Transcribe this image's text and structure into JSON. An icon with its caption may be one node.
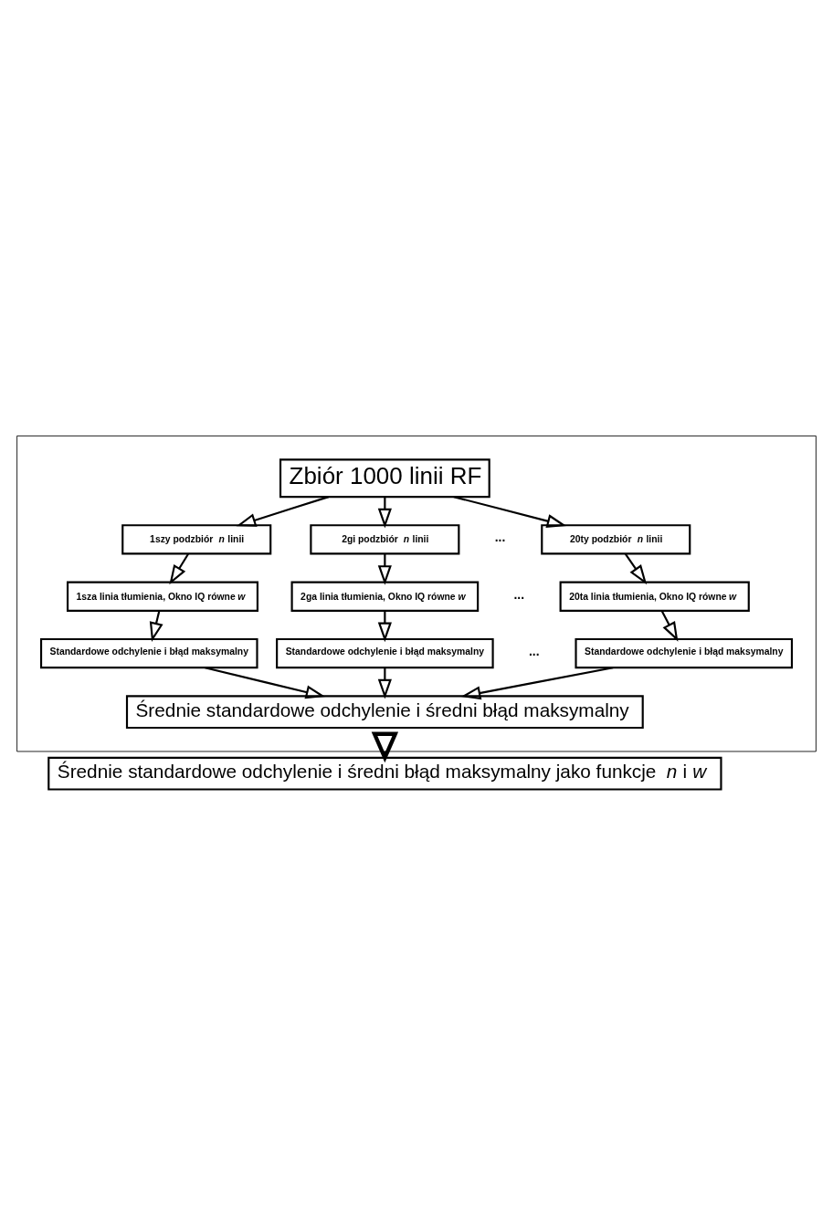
{
  "diagram": {
    "nodes": [
      {
        "text": [],
        "shape": "box"
      },
      {
        "text": [
          "Zbiór 1000 linii RF"
        ],
        "in": 0
      },
      {
        "text": [
          "1szy podzbiór *n* linii"
        ],
        "in": 0
      },
      {
        "text": [
          "2gi podzbiór *n* linii"
        ],
        "in": 0
      },
      {
        "text": [
          "20ty podzbiór *n* linii"
        ],
        "in": 0
      },
      {
        "text": [
          "1sza linia tłumienia, Okno IQ równe *w*"
        ],
        "in": 0
      },
      {
        "text": [
          "2ga linia tłumienia, Okno IQ równe *w*"
        ],
        "in": 0
      },
      {
        "text": [
          "20ta linia tłumienia, Okno IQ równe *w*"
        ],
        "in": 0
      },
      {
        "text": [
          "Standardowe odchylenie i błąd maksymalny"
        ],
        "in": 0
      },
      {
        "text": [
          "Standardowe odchylenie i błąd maksymalny"
        ],
        "in": 0
      },
      {
        "text": [
          "Standardowe odchylenie i błąd maksymalny"
        ],
        "in": 0
      },
      {
        "text": [
          "Średnie standardowe odchylenie i średni błąd maksymalny"
        ],
        "in": 0
      },
      {
        "text": [
          "Średnie standardowe odchylenie i średni błąd maksymalny jako funkcje *n* i *w*"
        ]
      }
    ],
    "edges": [
      {
        "from": 1,
        "to": 2,
        "arrow": "to"
      },
      {
        "from": 1,
        "to": 3,
        "arrow": "to"
      },
      {
        "from": 1,
        "to": 4,
        "arrow": "to"
      },
      {
        "from": 2,
        "to": 5,
        "arrow": "to"
      },
      {
        "from": 3,
        "to": 6,
        "arrow": "to"
      },
      {
        "from": 4,
        "to": 7,
        "arrow": "to"
      },
      {
        "from": 5,
        "to": 8,
        "arrow": "to"
      },
      {
        "from": 6,
        "to": 9,
        "arrow": "to"
      },
      {
        "from": 7,
        "to": 10,
        "arrow": "to"
      },
      {
        "from": 8,
        "to": 11,
        "arrow": "to"
      },
      {
        "from": 9,
        "to": 11,
        "arrow": "to"
      },
      {
        "from": 10,
        "to": 11,
        "arrow": "to"
      },
      {
        "from": 0,
        "to": 12,
        "arrow": "to",
        "style": "thick"
      }
    ],
    "labels": [
      "...",
      "...",
      "..."
    ]
  }
}
